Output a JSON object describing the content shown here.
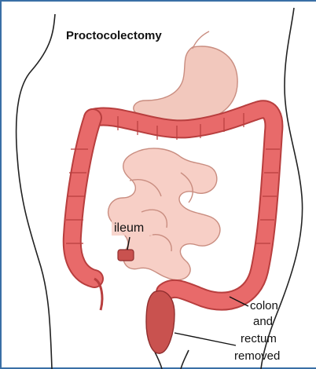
{
  "figure": {
    "title": "Proctocolectomy",
    "labels": {
      "ileum": "ileum",
      "colon_line1": "colon",
      "colon_line2": "and",
      "colon_line3": "rectum",
      "colon_line4": "removed"
    }
  },
  "colors": {
    "frame_border": "#3a6fa6",
    "colon": "#e86a6a",
    "colon_dark": "#b83e3e",
    "small_intestine": "#f7cfc6",
    "stomach": "#f2c8bd",
    "body_outline": "#222222"
  }
}
